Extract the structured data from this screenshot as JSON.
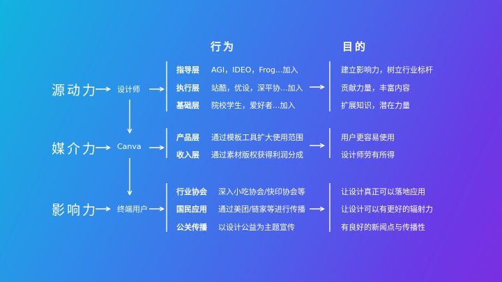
{
  "headers": {
    "behavior": "行为",
    "purpose": "目的"
  },
  "groups": [
    {
      "force": "源动力",
      "actor": "设计师",
      "layers": [
        {
          "name": "指导层",
          "action": "AGI，IDEO，Frog...加入",
          "purpose": "建立影响力，树立行业标杆"
        },
        {
          "name": "执行层",
          "action": "站酷，优设，深平协...加入",
          "purpose": "贡献力量，丰富内容"
        },
        {
          "name": "基础层",
          "action": "院校学生，爱好者...加入",
          "purpose": "扩展知识，潜在力量"
        }
      ]
    },
    {
      "force": "媒介力",
      "actor": "Canva",
      "layers": [
        {
          "name": "产品层",
          "action": "通过模板工具扩大使用范围",
          "purpose": "用户更容易使用"
        },
        {
          "name": "收入层",
          "action": "通过素材版权获得利润分成",
          "purpose": "设计师劳有所得"
        }
      ]
    },
    {
      "force": "影响力",
      "actor": "终端用户",
      "layers": [
        {
          "name": "行业协会",
          "action": "深入小吃协会/快印协会等",
          "purpose": "让设计真正可以落地应用"
        },
        {
          "name": "国民应用",
          "action": "通过美团/链家等进行传播",
          "purpose": "让设计可以有更好的辐射力"
        },
        {
          "name": "公关传播",
          "action": "以设计公益为主题宣传",
          "purpose": "有良好的新闻点与传播性"
        }
      ]
    }
  ]
}
